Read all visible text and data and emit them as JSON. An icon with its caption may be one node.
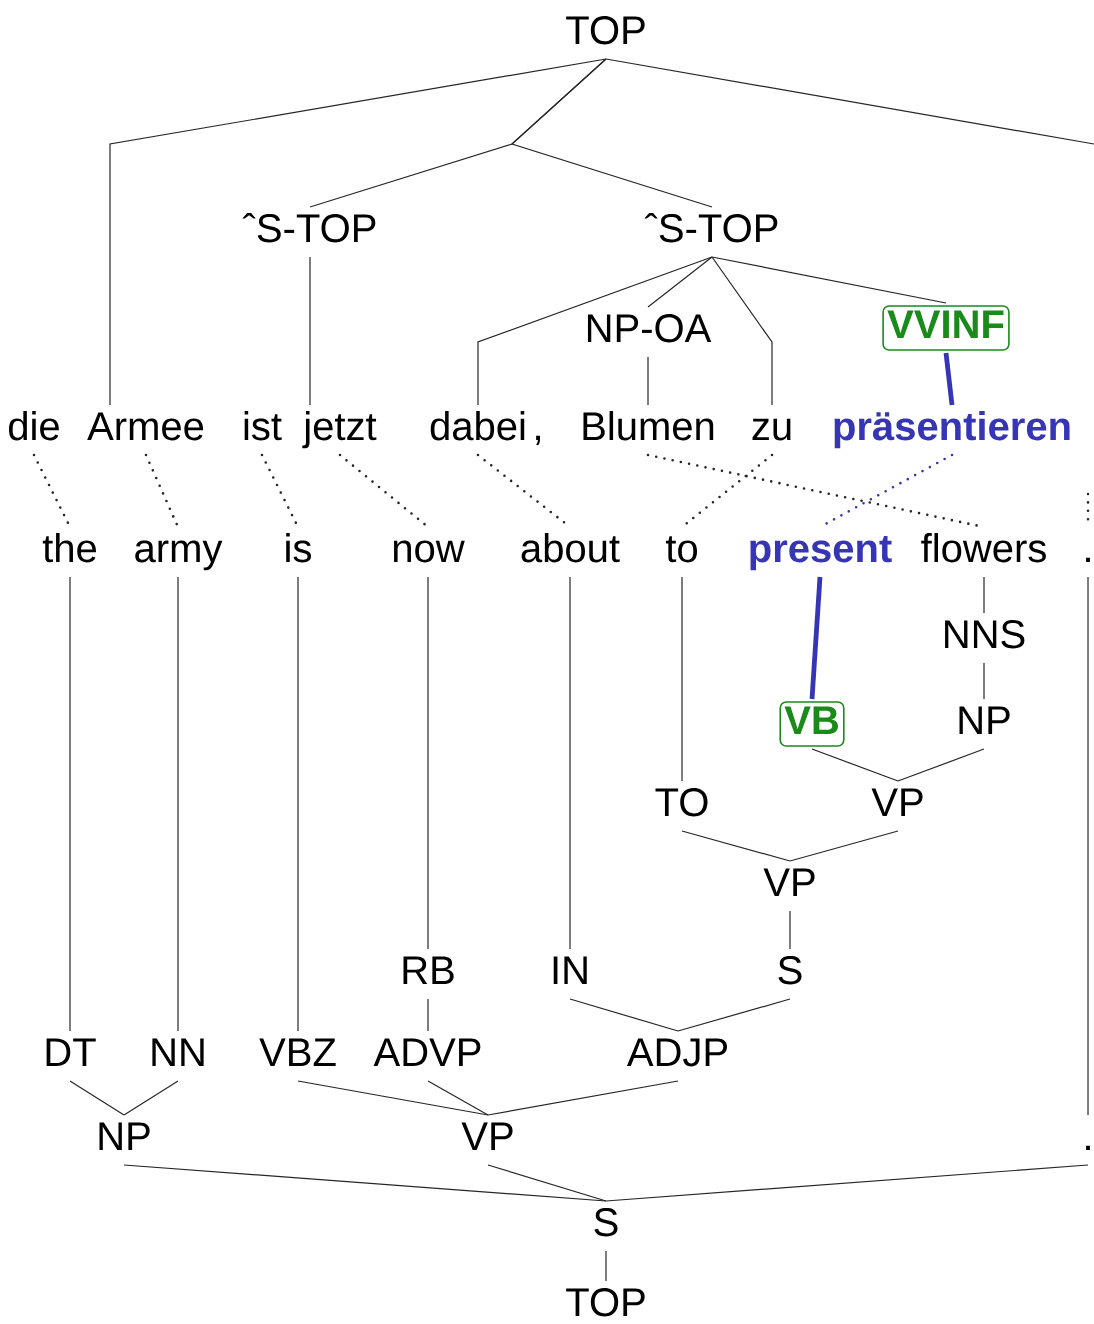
{
  "diagram": {
    "nodes": [
      {
        "text": [
          "TOP"
        ]
      },
      {
        "text": [
          "ˆS-TOP"
        ]
      },
      {
        "text": [
          "ˆS-TOP"
        ]
      },
      {
        "text": [
          "NP-OA"
        ]
      },
      {
        "text": [
          "VVINF"
        ]
      },
      {
        "text": [
          "die"
        ]
      },
      {
        "text": [
          "Armee"
        ]
      },
      {
        "text": [
          "ist"
        ]
      },
      {
        "text": [
          "jetzt"
        ]
      },
      {
        "text": [
          "dabei"
        ]
      },
      {
        "text": [
          ","
        ]
      },
      {
        "text": [
          "Blumen"
        ]
      },
      {
        "text": [
          "zu"
        ]
      },
      {
        "text": [
          "präsentieren"
        ]
      },
      {
        "text": [
          "the"
        ]
      },
      {
        "text": [
          "army"
        ]
      },
      {
        "text": [
          "is"
        ]
      },
      {
        "text": [
          "now"
        ]
      },
      {
        "text": [
          "about"
        ]
      },
      {
        "text": [
          "to"
        ]
      },
      {
        "text": [
          "present"
        ]
      },
      {
        "text": [
          "flowers"
        ]
      },
      {
        "text": [
          "."
        ]
      },
      {
        "text": [
          "NNS"
        ]
      },
      {
        "text": [
          "VB"
        ]
      },
      {
        "text": [
          "NP"
        ]
      },
      {
        "text": [
          "TO"
        ]
      },
      {
        "text": [
          "VP"
        ]
      },
      {
        "text": [
          "VP"
        ]
      },
      {
        "text": [
          "RB"
        ]
      },
      {
        "text": [
          "IN"
        ]
      },
      {
        "text": [
          "S"
        ]
      },
      {
        "text": [
          "DT"
        ]
      },
      {
        "text": [
          "NN"
        ]
      },
      {
        "text": [
          "VBZ"
        ]
      },
      {
        "text": [
          "ADVP"
        ]
      },
      {
        "text": [
          "ADJP"
        ]
      },
      {
        "text": [
          "NP"
        ]
      },
      {
        "text": [
          "VP"
        ]
      },
      {
        "text": [
          "."
        ]
      },
      {
        "text": [
          "S"
        ]
      },
      {
        "text": [
          "TOP"
        ]
      }
    ],
    "edges": [
      {
        "from": 0,
        "to": 6,
        "arrow": "none"
      },
      {
        "from": 0,
        "to": 1,
        "arrow": "none"
      },
      {
        "from": 0,
        "to": 2,
        "arrow": "none"
      },
      {
        "from": 0,
        "to": null,
        "arrow": "none"
      },
      {
        "from": 1,
        "to": 8,
        "arrow": "none"
      },
      {
        "from": 2,
        "to": 9,
        "arrow": "none"
      },
      {
        "from": 2,
        "to": 3,
        "arrow": "none"
      },
      {
        "from": 2,
        "to": 12,
        "arrow": "none"
      },
      {
        "from": 2,
        "to": 4,
        "arrow": "none"
      },
      {
        "from": 3,
        "to": 11,
        "arrow": "none"
      },
      {
        "from": 4,
        "to": 13,
        "arrow": "none",
        "style": "thick",
        "color": "#3535b5"
      },
      {
        "from": 5,
        "to": 14,
        "arrow": "none",
        "style": "dashed"
      },
      {
        "from": 6,
        "to": 15,
        "arrow": "none",
        "style": "dashed"
      },
      {
        "from": 7,
        "to": 16,
        "arrow": "none",
        "style": "dashed"
      },
      {
        "from": 8,
        "to": 17,
        "arrow": "none",
        "style": "dashed"
      },
      {
        "from": 9,
        "to": 18,
        "arrow": "none",
        "style": "dashed"
      },
      {
        "from": 11,
        "to": 21,
        "arrow": "none",
        "style": "dashed"
      },
      {
        "from": 12,
        "to": 19,
        "arrow": "none",
        "style": "dashed"
      },
      {
        "from": 13,
        "to": 20,
        "arrow": "none",
        "style": "dashed",
        "color": "#3535b5"
      },
      {
        "from": null,
        "to": 22,
        "arrow": "none",
        "style": "dashed"
      },
      {
        "from": 14,
        "to": 32,
        "arrow": "none"
      },
      {
        "from": 15,
        "to": 33,
        "arrow": "none"
      },
      {
        "from": 16,
        "to": 34,
        "arrow": "none"
      },
      {
        "from": 17,
        "to": 29,
        "arrow": "none"
      },
      {
        "from": 18,
        "to": 30,
        "arrow": "none"
      },
      {
        "from": 19,
        "to": 26,
        "arrow": "none"
      },
      {
        "from": 20,
        "to": 24,
        "arrow": "none",
        "style": "thick",
        "color": "#3535b5"
      },
      {
        "from": 21,
        "to": 23,
        "arrow": "none"
      },
      {
        "from": 23,
        "to": 25,
        "arrow": "none"
      },
      {
        "from": 24,
        "to": 27,
        "arrow": "none"
      },
      {
        "from": 25,
        "to": 27,
        "arrow": "none"
      },
      {
        "from": 26,
        "to": 28,
        "arrow": "none"
      },
      {
        "from": 27,
        "to": 28,
        "arrow": "none"
      },
      {
        "from": 28,
        "to": 31,
        "arrow": "none"
      },
      {
        "from": 29,
        "to": 35,
        "arrow": "none"
      },
      {
        "from": 30,
        "to": 36,
        "arrow": "none"
      },
      {
        "from": 31,
        "to": 36,
        "arrow": "none"
      },
      {
        "from": 32,
        "to": 37,
        "arrow": "none"
      },
      {
        "from": 33,
        "to": 37,
        "arrow": "none"
      },
      {
        "from": 34,
        "to": 38,
        "arrow": "none"
      },
      {
        "from": 35,
        "to": 38,
        "arrow": "none"
      },
      {
        "from": 36,
        "to": 38,
        "arrow": "none"
      },
      {
        "from": 22,
        "to": 39,
        "arrow": "none"
      },
      {
        "from": 37,
        "to": 40,
        "arrow": "none"
      },
      {
        "from": 38,
        "to": 40,
        "arrow": "none"
      },
      {
        "from": 39,
        "to": 40,
        "arrow": "none"
      },
      {
        "from": 40,
        "to": 41,
        "arrow": "none"
      }
    ]
  }
}
